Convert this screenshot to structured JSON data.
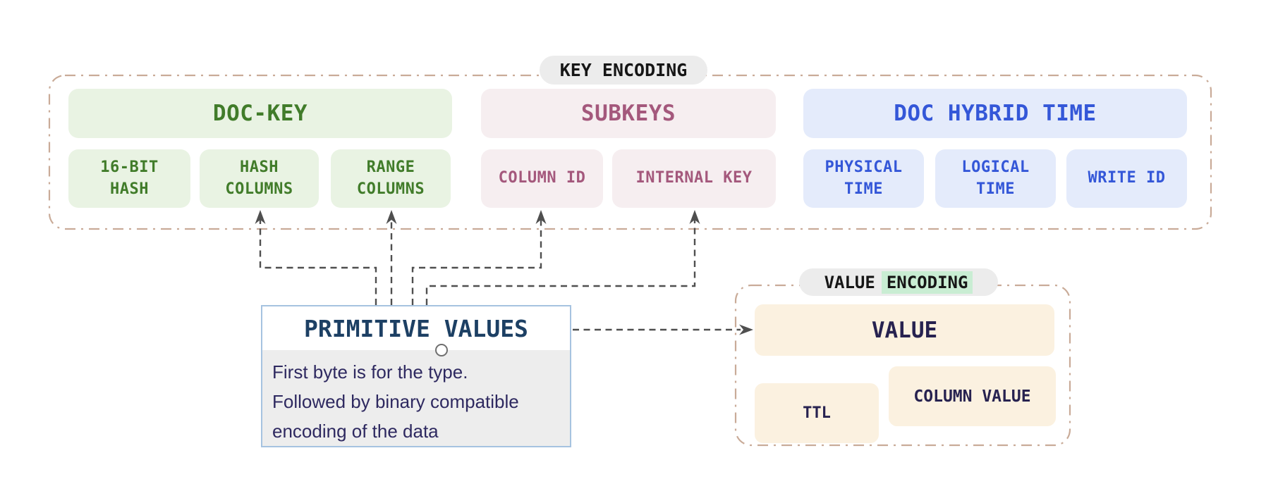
{
  "key_encoding": {
    "badge": "KEY ENCODING",
    "doc_key": {
      "title": "DOC-KEY",
      "items": {
        "hash16": {
          "l1": "16-BIT",
          "l2": "HASH"
        },
        "hash_columns": {
          "l1": "HASH",
          "l2": "COLUMNS"
        },
        "range_columns": {
          "l1": "RANGE",
          "l2": "COLUMNS"
        }
      }
    },
    "subkeys": {
      "title": "SUBKEYS",
      "items": {
        "column_id": {
          "l1": "COLUMN ID"
        },
        "internal_key": {
          "l1": "INTERNAL KEY"
        }
      }
    },
    "doc_hybrid_time": {
      "title": "DOC HYBRID TIME",
      "items": {
        "physical_time": {
          "l1": "PHYSICAL",
          "l2": "TIME"
        },
        "logical_time": {
          "l1": "LOGICAL",
          "l2": "TIME"
        },
        "write_id": {
          "l1": "WRITE ID"
        }
      }
    }
  },
  "primitive_values": {
    "title": "PRIMITIVE VALUES",
    "description_lines": [
      "First byte is for the type.",
      "Followed by binary compatible",
      "encoding of the data"
    ]
  },
  "value_encoding": {
    "badge_plain": "VALUE",
    "badge_highlight": "ENCODING",
    "value": "VALUE",
    "ttl": "TTL",
    "column_value": "COLUMN VALUE"
  },
  "connections": [
    {
      "from": "PRIMITIVE VALUES",
      "to": "HASH COLUMNS"
    },
    {
      "from": "PRIMITIVE VALUES",
      "to": "RANGE COLUMNS"
    },
    {
      "from": "PRIMITIVE VALUES",
      "to": "COLUMN ID"
    },
    {
      "from": "PRIMITIVE VALUES",
      "to": "INTERNAL KEY"
    },
    {
      "from": "PRIMITIVE VALUES",
      "to": "VALUE"
    }
  ],
  "colors": {
    "green_text": "#417c2a",
    "green_bg": "#e9f3e3",
    "mauve_text": "#a4587c",
    "mauve_bg": "#f6eef0",
    "blue_text": "#3457d8",
    "blue_bg": "#e4ebfb",
    "cream_bg": "#fbf1e0",
    "navy_text": "#272250",
    "badge_bg": "#ececec",
    "highlight_green": "#c9edd3",
    "container_dash": "#c9ab98",
    "connector_gray": "#4f4f4f",
    "pv_border": "#a6c3e0",
    "pv_title": "#1d4064",
    "pv_body_bg": "#ededed",
    "pv_text": "#2e2960"
  }
}
